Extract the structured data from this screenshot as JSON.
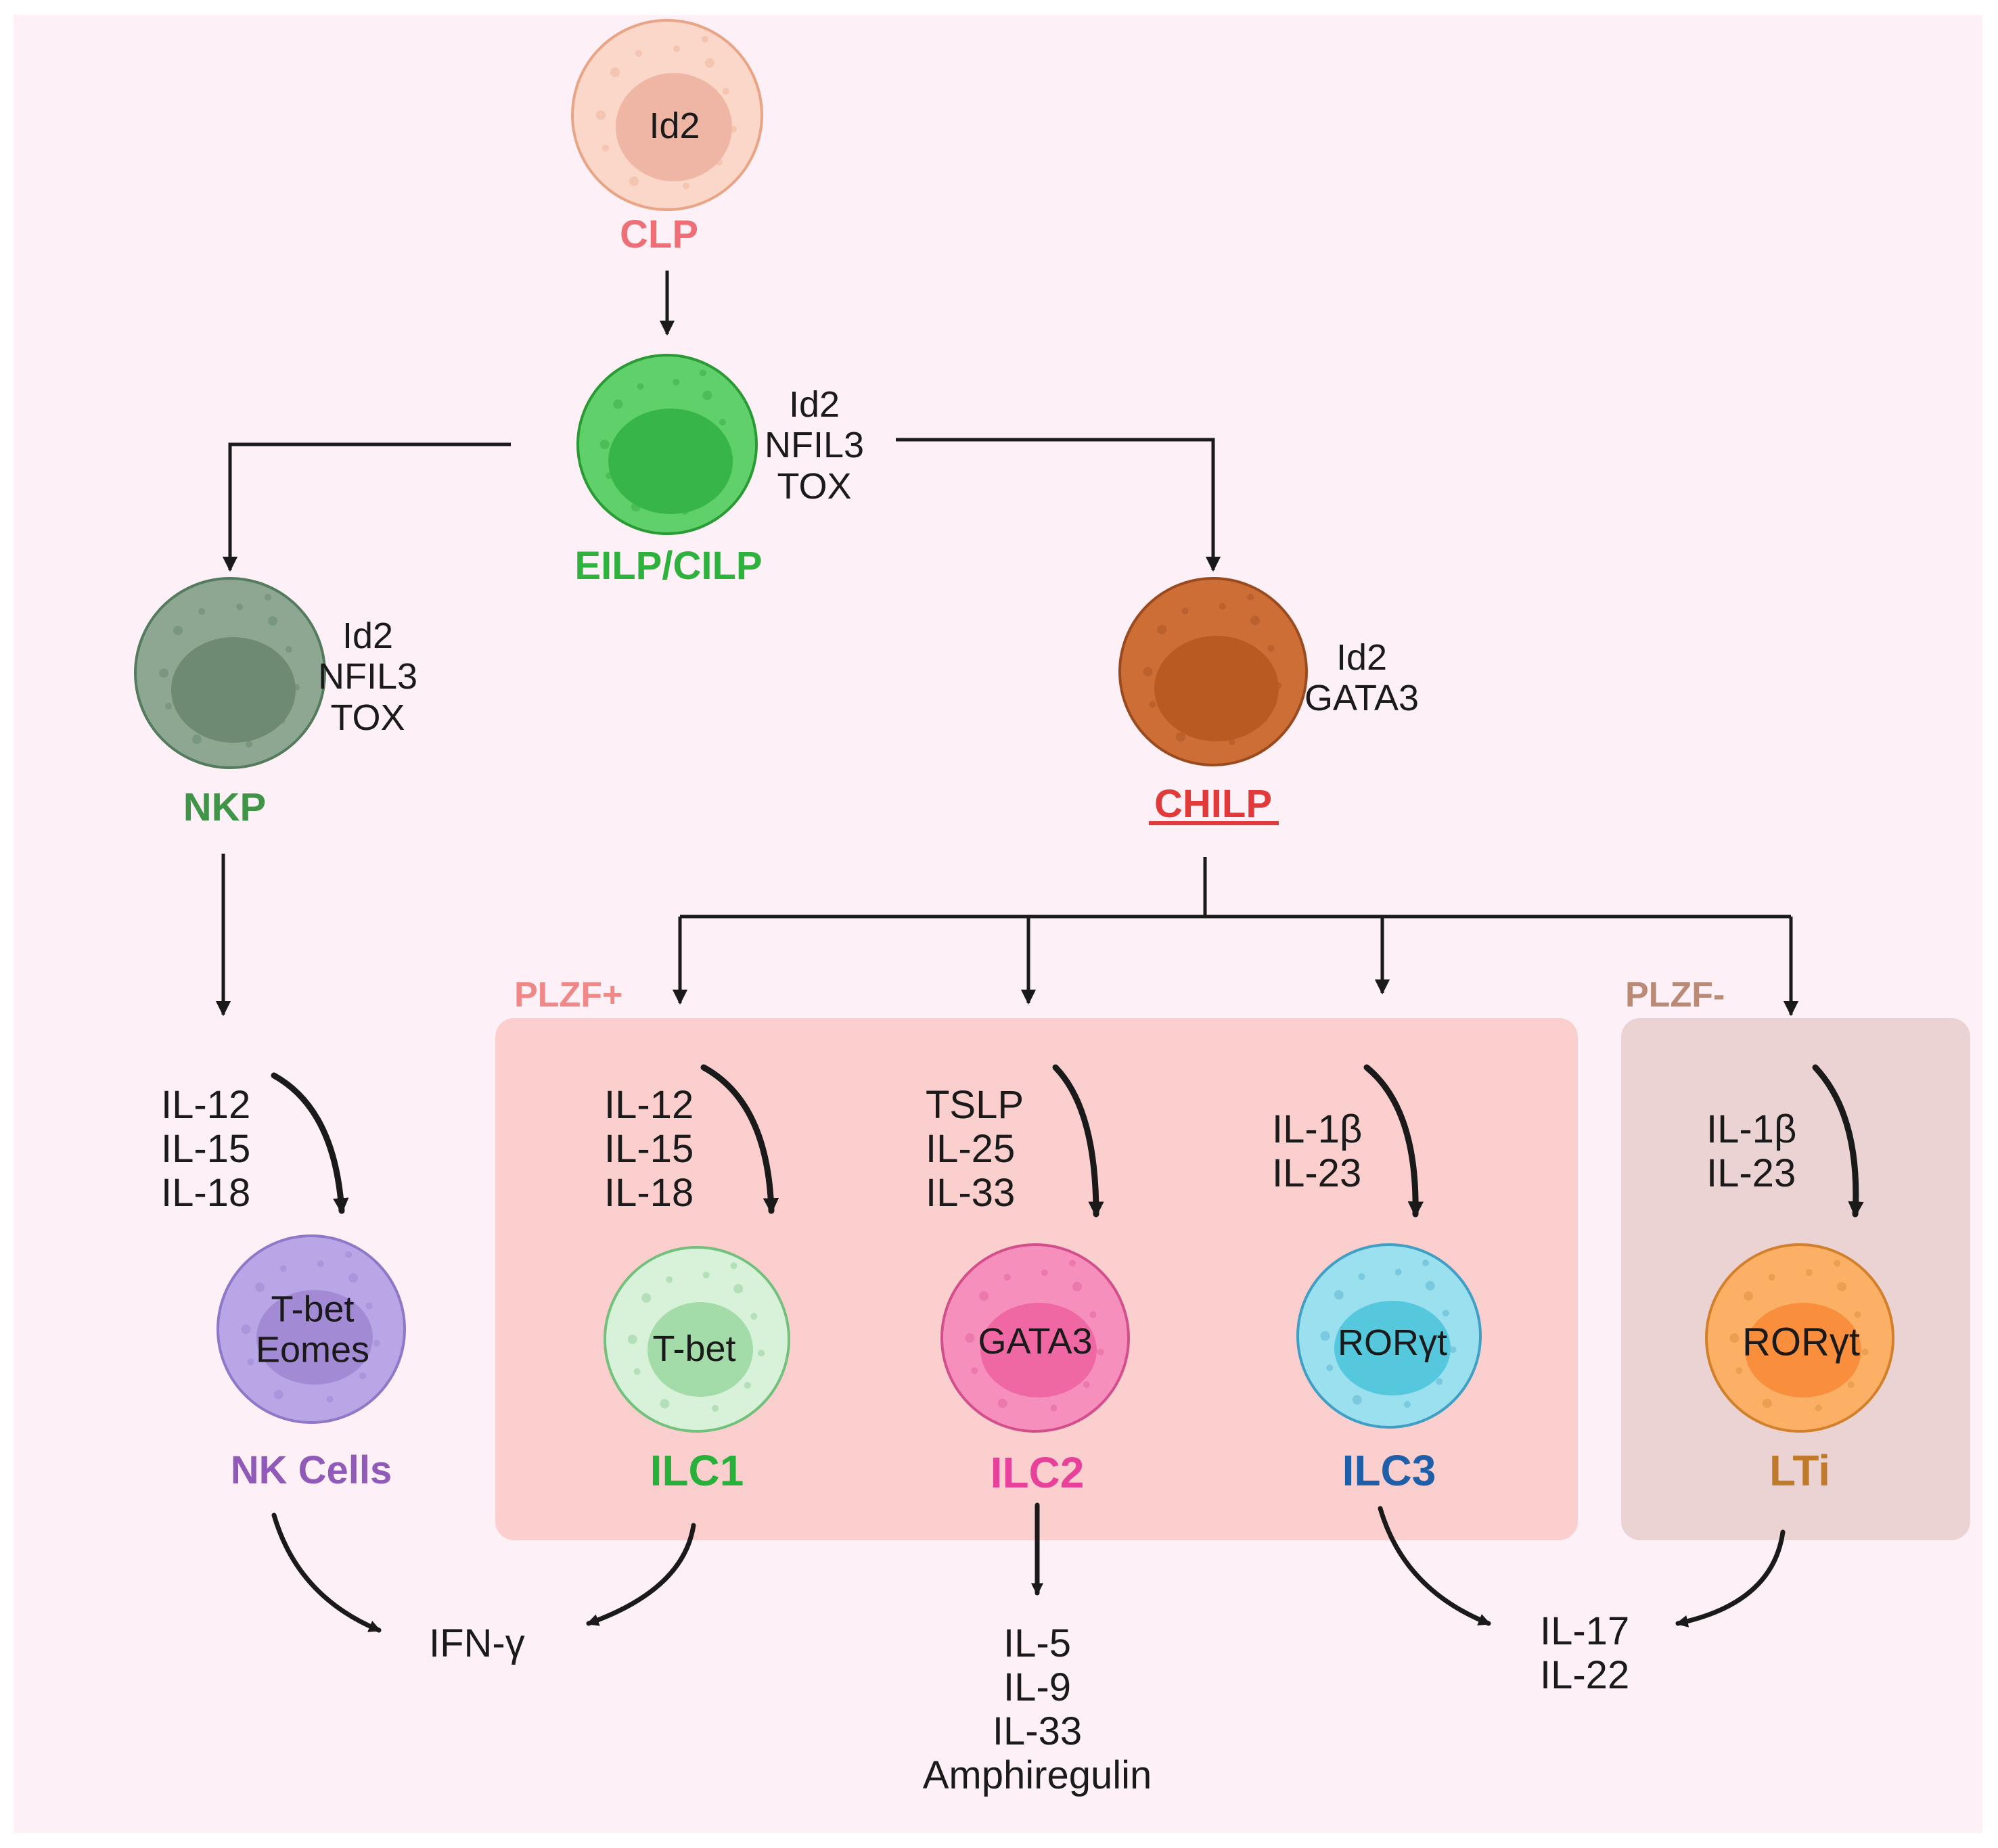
{
  "cells": {
    "clp": {
      "name": "CLP",
      "markers": [
        "Id2"
      ],
      "color": "#ef6f77"
    },
    "eilp": {
      "name": "EILP/CILP",
      "markers": [
        "Id2",
        "NFIL3",
        "TOX"
      ],
      "color": "#2fb13e"
    },
    "nkp": {
      "name": "NKP",
      "markers": [
        "Id2",
        "NFIL3",
        "TOX"
      ],
      "color": "#3f9448"
    },
    "chilp": {
      "name": "CHILP",
      "markers": [
        "Id2",
        "GATA3"
      ],
      "color": "#e03a3a"
    },
    "nk": {
      "name": "NK Cells",
      "markers": [
        "T-bet",
        "Eomes"
      ],
      "color": "#8f5ab8"
    },
    "ilc1": {
      "name": "ILC1",
      "markers": [
        "T-bet"
      ],
      "color": "#27b03a"
    },
    "ilc2": {
      "name": "ILC2",
      "markers": [
        "GATA3"
      ],
      "color": "#e8419a"
    },
    "ilc3": {
      "name": "ILC3",
      "markers": [
        "RORγt"
      ],
      "color": "#1f5ea8"
    },
    "lti": {
      "name": "LTi",
      "markers": [
        "RORγt"
      ],
      "color": "#c07a2c"
    }
  },
  "zones": {
    "plzf_pos": {
      "label": "PLZF+",
      "color": "#f08888"
    },
    "plzf_neg": {
      "label": "PLZF-",
      "color": "#b98a76"
    }
  },
  "inputs": {
    "nk": [
      "IL-12",
      "IL-15",
      "IL-18"
    ],
    "ilc1": [
      "IL-12",
      "IL-15",
      "IL-18"
    ],
    "ilc2": [
      "TSLP",
      "IL-25",
      "IL-33"
    ],
    "ilc3": [
      "IL-1β",
      "IL-23"
    ],
    "lti": [
      "IL-1β",
      "IL-23"
    ]
  },
  "outputs": {
    "ifng": [
      "IFN-γ"
    ],
    "ilc2": [
      "IL-5",
      "IL-9",
      "IL-33",
      "Amphiregulin"
    ],
    "il17": [
      "IL-17",
      "IL-22"
    ]
  }
}
